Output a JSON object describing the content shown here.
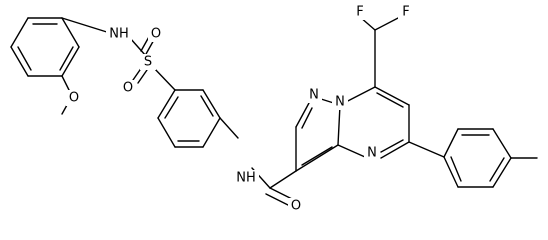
{
  "atoms": {
    "f_left": "F",
    "f_right": "F",
    "nh_sulfonamide": "NH",
    "s_sulfonyl": "S",
    "o_sulfonyl_top": "O",
    "o_sulfonyl_bottom": "O",
    "n_pyrazole_1": "N",
    "n_pyrazole_2": "N",
    "n_pyrimidine": "N",
    "o_methoxy": "O",
    "nh_amide": "NH",
    "o_carbonyl": "O"
  },
  "colors": {
    "bond": "#000000",
    "label": "#000000",
    "background": "#ffffff"
  }
}
